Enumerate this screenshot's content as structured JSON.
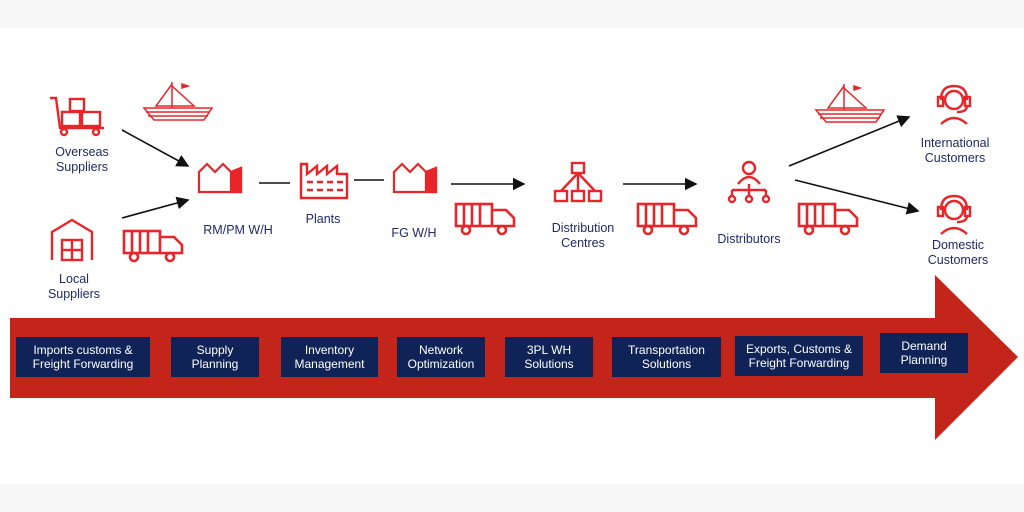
{
  "nodes": {
    "overseas_suppliers": "Overseas\nSuppliers",
    "local_suppliers": "Local\nSuppliers",
    "rmpm_wh": "RM/PM W/H",
    "plants": "Plants",
    "fg_wh": "FG W/H",
    "distribution_centres": "Distribution\nCentres",
    "distributors": "Distributors",
    "international_customers": "International\nCustomers",
    "domestic_customers": "Domestic\nCustomers"
  },
  "services": [
    "Imports customs &\nFreight Forwarding",
    "Supply\nPlanning",
    "Inventory\nManagement",
    "Network\nOptimization",
    "3PL WH\nSolutions",
    "Transportation\nSolutions",
    "Exports, Customs &\nFreight Forwarding",
    "Demand\nPlanning"
  ],
  "colors": {
    "accent_red": "#e8262a",
    "arrow_red": "#c4251a",
    "navy": "#0f2357",
    "label_blue": "#1f2a6b"
  }
}
